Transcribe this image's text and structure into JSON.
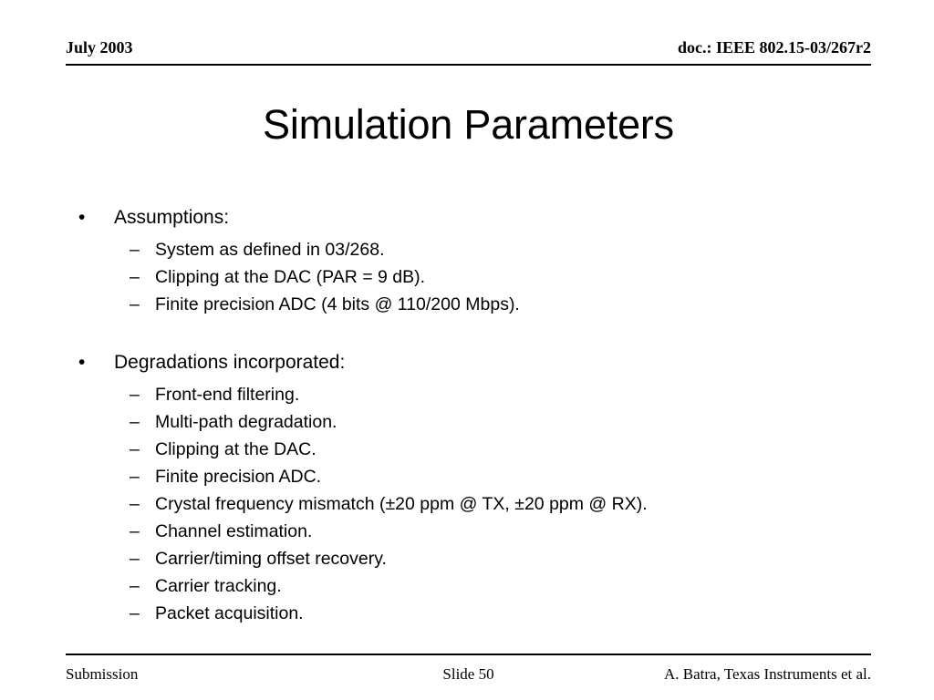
{
  "header": {
    "date": "July 2003",
    "doc_id": "doc.: IEEE 802.15-03/267r2"
  },
  "title": "Simulation Parameters",
  "body": {
    "groups": [
      {
        "bullet_marker": "•",
        "heading": "Assumptions:",
        "sub_marker": "–",
        "items": [
          "System as defined in 03/268.",
          "Clipping at the DAC (PAR = 9 dB).",
          "Finite precision ADC (4 bits @ 110/200 Mbps)."
        ]
      },
      {
        "bullet_marker": "•",
        "heading": "Degradations incorporated:",
        "sub_marker": "–",
        "items": [
          "Front-end filtering.",
          "Multi-path degradation.",
          "Clipping at the DAC.",
          "Finite precision ADC.",
          "Crystal frequency mismatch (±20 ppm @ TX, ±20 ppm @ RX).",
          "Channel estimation.",
          "Carrier/timing offset recovery.",
          "Carrier tracking.",
          "Packet acquisition."
        ]
      }
    ]
  },
  "footer": {
    "left": "Submission",
    "center": "Slide 50",
    "right": "A. Batra, Texas Instruments et al."
  },
  "colors": {
    "text": "#000000",
    "background": "#ffffff",
    "rule": "#000000"
  }
}
